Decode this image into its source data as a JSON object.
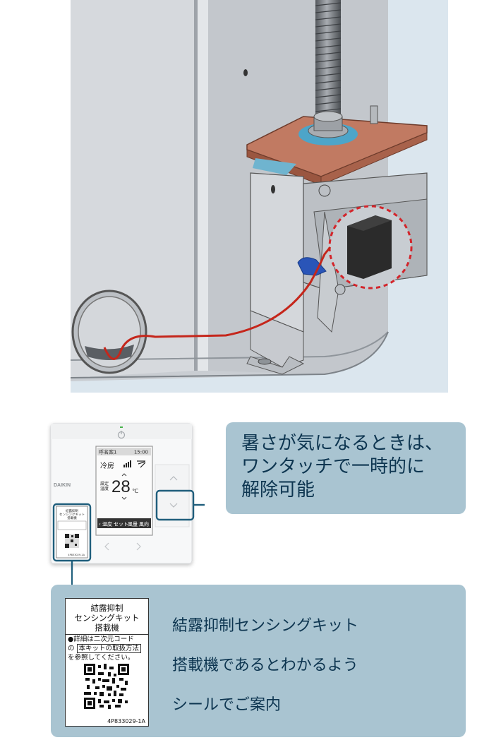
{
  "colors": {
    "panel_bg": "#dbe6ee",
    "metal": "#c9cdd2",
    "copper": "#c17a62",
    "red_wire": "#c5261b",
    "blue_clip": "#2a55b8",
    "sensor": "#2b2b2b",
    "callout_bg": "#a9c4d1",
    "callout_text": "#0d3550",
    "outline_teal": "#1f5e7c"
  },
  "remote": {
    "brand": "DAIKIN",
    "header_left": "呼名案1",
    "header_right": "15:00",
    "mode": "冷房",
    "set_label_line1": "設定",
    "set_label_line2": "温度",
    "temperature": "28",
    "unit": "℃",
    "buttons": [
      "温度",
      "セット",
      "風量",
      "風向"
    ],
    "mini_label": {
      "title": "結露抑制\nセンシングキット\n搭載機",
      "body": "●詳細は二次元コード\nの 本キットの取扱方法\nを参照してください。",
      "code": "4P833029-1A"
    }
  },
  "callout_top": {
    "lines": [
      "暑さが気になるときは、",
      "ワンタッチで一時的に",
      "解除可能"
    ]
  },
  "label_card": {
    "title_lines": [
      "結露抑制",
      "センシングキット",
      "搭載機"
    ],
    "body_line1": "●詳細は二次元コード",
    "body_line2_prefix": "の",
    "body_line2_boxed": "本キットの取扱方法",
    "body_line3": "を参照してください。",
    "code": "4P833029-1A"
  },
  "callout_bottom": {
    "lines": [
      "結露抑制センシングキット",
      "搭載機であるとわかるよう",
      "シールでご案内"
    ]
  }
}
